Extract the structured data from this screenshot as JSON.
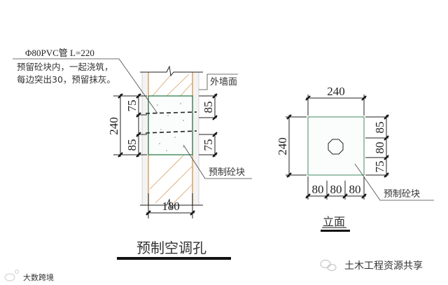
{
  "drawing": {
    "title": "预制空调孔",
    "callout_pipe": {
      "line1": "Φ80PVC管 L=220",
      "line2": "预留砼块内，一起浇筑，",
      "line3": "每边突出30，预留抹灰。"
    },
    "label_outer_wall": "外墙面",
    "label_precast_block_section": "预制砼块",
    "section_dims": {
      "left_total": "240",
      "left_top": "75",
      "left_bottom": "85",
      "right_top": "85",
      "right_bottom": "75",
      "bottom_width": "180"
    },
    "elevation": {
      "title": "立面",
      "top_width": "240",
      "left_height": "240",
      "right_segments": [
        "85",
        "80",
        "75"
      ],
      "bottom_segments": [
        "80",
        "80",
        "80"
      ],
      "label_precast_block": "预制砼块"
    },
    "colors": {
      "line": "#222222",
      "block_outline": "#2e7d4f",
      "wall_hatch": "#d9a066",
      "plaster": "#c8c8c8"
    }
  },
  "watermarks": {
    "right": "土木工程资源共享",
    "left": "大数跨境"
  }
}
